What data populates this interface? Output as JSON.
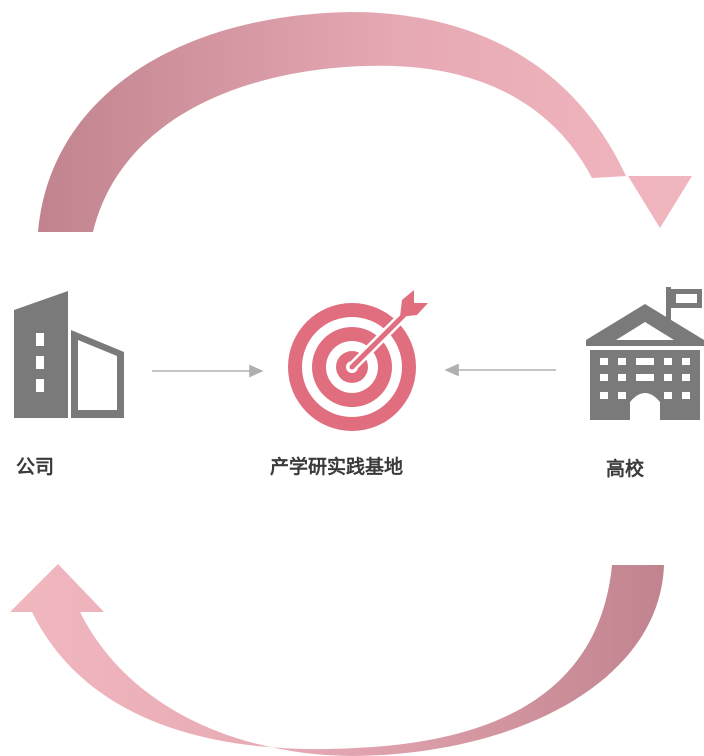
{
  "nodes": {
    "company": {
      "label": "公司",
      "icon": "office-building-icon"
    },
    "center": {
      "label": "产学研实践基地",
      "icon": "target-with-arrow-icon"
    },
    "university": {
      "label": "高校",
      "icon": "university-building-with-flag-icon"
    }
  },
  "colors": {
    "arrow_dark": "#c1848f",
    "arrow_light": "#f1b7bf",
    "icon_gray": "#7a7a7a",
    "target": "#e06e7e",
    "connector": "#b0b0b0",
    "text": "#3a3a3a"
  }
}
